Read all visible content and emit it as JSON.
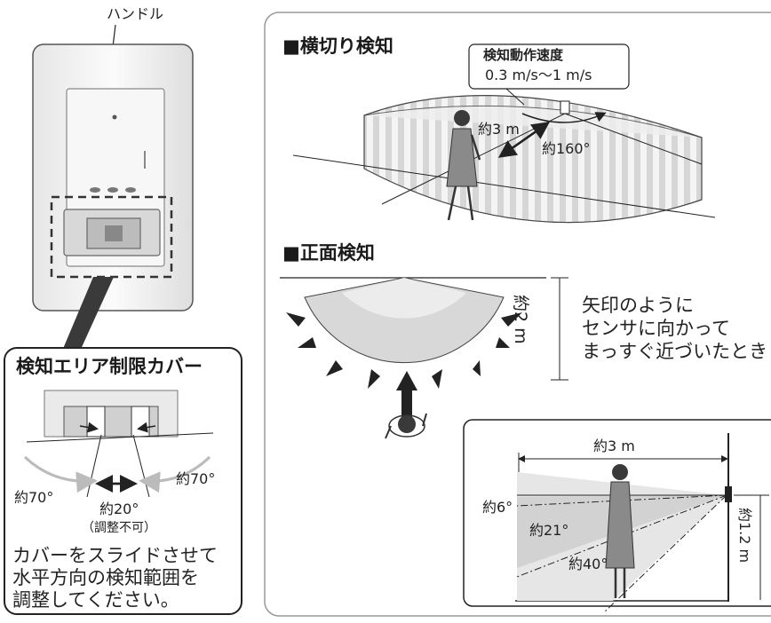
{
  "switch": {
    "handle_label": "ハンドル"
  },
  "cover_callout": {
    "title": "検知エリア制限カバー",
    "left_angle": "約70°",
    "right_angle": "約70°",
    "center_angle": "約20°",
    "center_note": "（調整不可）",
    "description_line1": "カバーをスライドさせて",
    "description_line2": "水平方向の検知範囲を",
    "description_line3": "調整してください。"
  },
  "cross_detection": {
    "heading": "■横切り検知",
    "speed_title": "検知動作速度",
    "speed_value": "0.3 m/s〜1 m/s",
    "distance_label": "約3 m",
    "angle_label": "約160°"
  },
  "front_detection": {
    "heading": "■正面検知",
    "distance_label": "約2 m",
    "note_line1": "矢印のように",
    "note_line2": "センサに向かって",
    "note_line3": "まっすぐ近づいたとき"
  },
  "side_view": {
    "distance_label": "約3 m",
    "angle_6": "約6°",
    "angle_21": "約21°",
    "angle_40": "約40°",
    "height_label": "約1.2 m"
  },
  "colors": {
    "line": "#222222",
    "zone_dark": "#c9c9c9",
    "zone_light": "#ececec",
    "panel_border": "#999999",
    "switch_body": "#f2f2f2"
  }
}
